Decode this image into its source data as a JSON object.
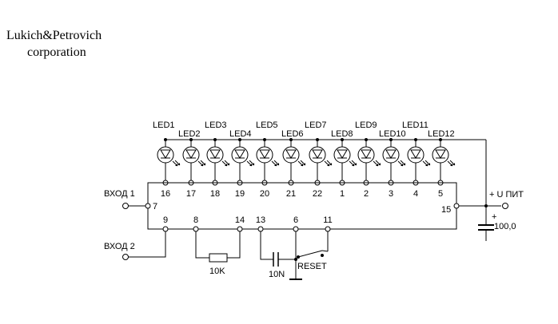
{
  "header": {
    "company_line1": "Lukich&Petrovich",
    "company_line2": "corporation"
  },
  "leds": [
    {
      "label": "LED1",
      "pin": "16"
    },
    {
      "label": "LED2",
      "pin": "17"
    },
    {
      "label": "LED3",
      "pin": "18"
    },
    {
      "label": "LED4",
      "pin": "19"
    },
    {
      "label": "LED5",
      "pin": "20"
    },
    {
      "label": "LED6",
      "pin": "21"
    },
    {
      "label": "LED7",
      "pin": "22"
    },
    {
      "label": "LED8",
      "pin": "1"
    },
    {
      "label": "LED9",
      "pin": "2"
    },
    {
      "label": "LED10",
      "pin": "3"
    },
    {
      "label": "LED11",
      "pin": "4"
    },
    {
      "label": "LED12",
      "pin": "5"
    }
  ],
  "chip": {
    "input1_pin": "7",
    "supply_pin": "15",
    "bottom_pins": [
      "9",
      "8",
      "14",
      "13",
      "6",
      "11"
    ]
  },
  "inputs": {
    "input1": "ВХОД 1",
    "input2": "ВХОД 2"
  },
  "power": {
    "label": "+ U ПИТ",
    "capacitor_value": "100,0",
    "capacitor_polarity": "+"
  },
  "components": {
    "resistor": "10K",
    "capacitor": "10N",
    "reset_button": "RESET"
  }
}
